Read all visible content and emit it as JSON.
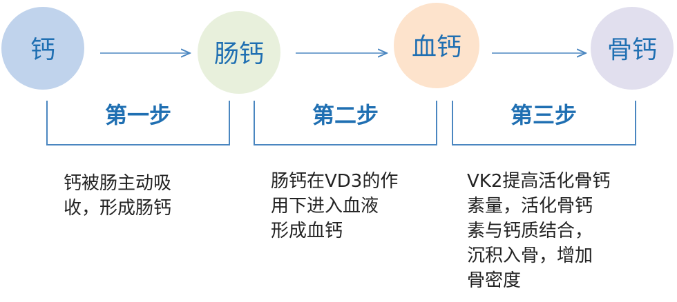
{
  "nodes": [
    {
      "label": "钙",
      "color": "#c0d3ec"
    },
    {
      "label": "肠钙",
      "color": "#e8f0dc"
    },
    {
      "label": "血钙",
      "color": "#fde3cc"
    },
    {
      "label": "骨钙",
      "color": "#e1dfee"
    }
  ],
  "steps": [
    {
      "label": "第一步",
      "description": "钙被肠主动吸\n收，形成肠钙"
    },
    {
      "label": "第二步",
      "description": "肠钙在VD3的作\n用下进入血液\n形成血钙"
    },
    {
      "label": "第三步",
      "description": "VK2提高活化骨钙\n素量，活化骨钙\n素与钙质结合，\n沉积入骨，增加\n骨密度"
    }
  ],
  "colors": {
    "accent": "#1f6fb2",
    "line": "#4a86c0",
    "text": "#222222"
  }
}
